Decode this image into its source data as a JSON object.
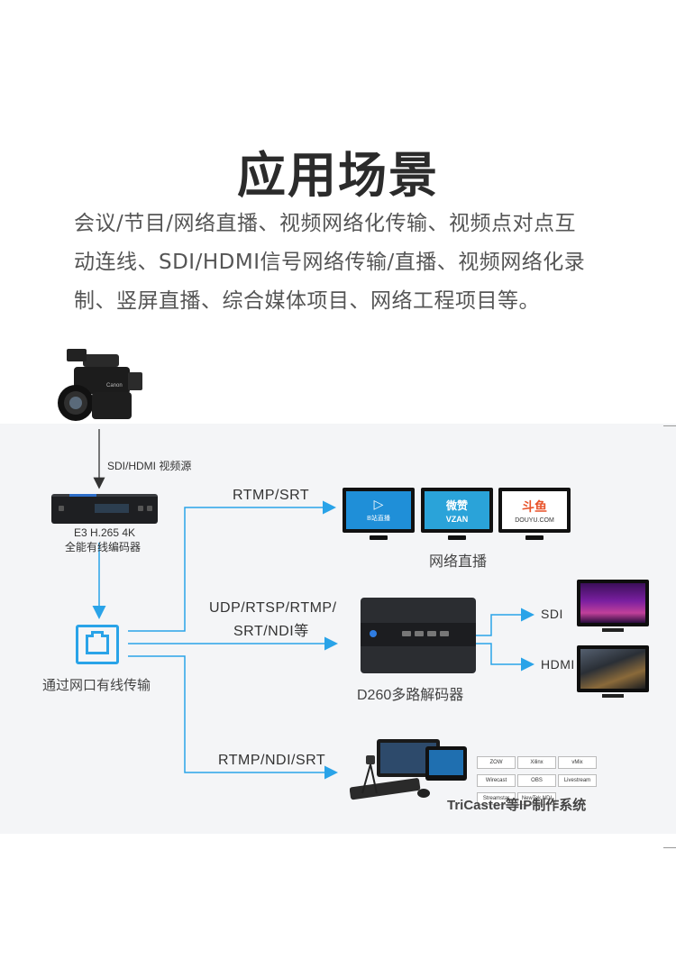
{
  "title": "应用场景",
  "intro_lines": [
    "会议/节目/网络直播、视频网络化传输、视频点对点互",
    "动连线、SDI/HDMI信号网络传输/直播、视频网络化录",
    "制、竖屏直播、综合媒体项目、网络工程项目等。"
  ],
  "diagram": {
    "camera_link_label": "SDI/HDMI 视频源",
    "encoder_caption_1": "E3 H.265 4K",
    "encoder_caption_2": "全能有线编码器",
    "network_caption": "通过网口有线传输",
    "branch_top_label": "RTMP/SRT",
    "branch_mid_label_1": "UDP/RTSP/RTMP/",
    "branch_mid_label_2": "SRT/NDI等",
    "branch_bottom_label": "RTMP/NDI/SRT",
    "platforms_caption": "网络直播",
    "platforms": [
      {
        "name": "bilibili-live",
        "text": "B站直播",
        "bg": "#1f8fd8",
        "icon": "▷"
      },
      {
        "name": "vzan",
        "text": "VZAN",
        "bg": "#2aa3d9",
        "icon": "微赞"
      },
      {
        "name": "douyu",
        "text": "DOUYU.COM",
        "bg": "#ffffff",
        "icon": "斗鱼"
      }
    ],
    "decoder_caption": "D260多路解码器",
    "output_sdi_label": "SDI",
    "output_hdmi_label": "HDMI",
    "tricaster_caption": "TriCaster等IP制作系统",
    "tricaster_logos": [
      "ZOW",
      "Xilinx",
      "vMix",
      "Wirecast",
      "OBS",
      "Livestream",
      "Streamstar",
      "NewTek NDI"
    ],
    "colors": {
      "wire": "#29a3e8",
      "title": "#2b2b2b",
      "panel": "#f4f5f7"
    }
  }
}
